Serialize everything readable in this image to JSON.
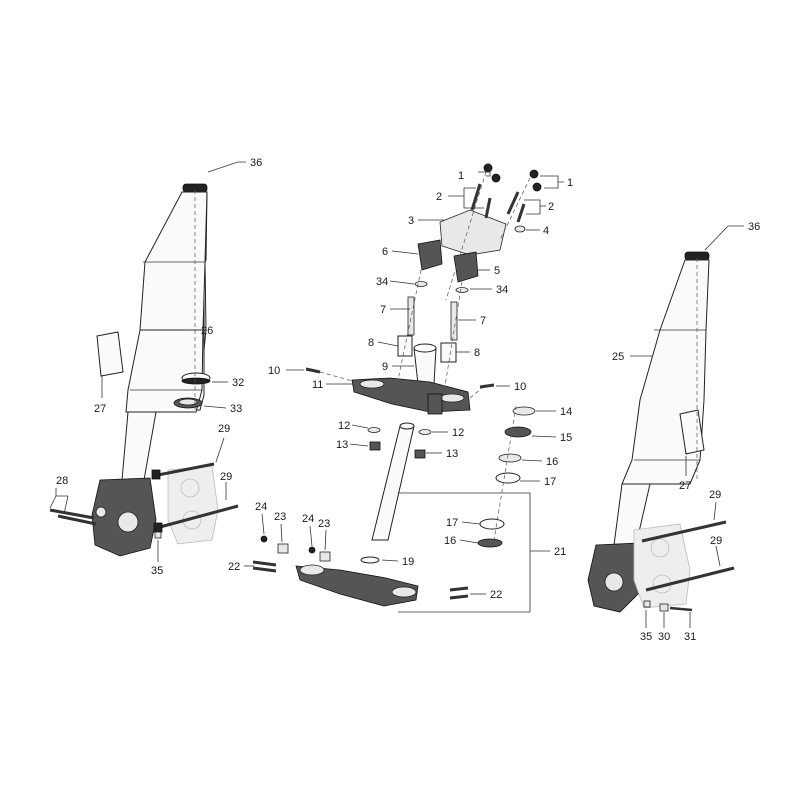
{
  "diagram": {
    "callouts": {
      "c1a": "1",
      "c1b": "1",
      "c2a": "2",
      "c2b": "2",
      "c3": "3",
      "c4": "4",
      "c5": "5",
      "c6": "6",
      "c7a": "7",
      "c7b": "7",
      "c8a": "8",
      "c8b": "8",
      "c9": "9",
      "c10a": "10",
      "c10b": "10",
      "c11": "11",
      "c12a": "12",
      "c12b": "12",
      "c13a": "13",
      "c13b": "13",
      "c14": "14",
      "c15": "15",
      "c16a": "16",
      "c16b": "16",
      "c17a": "17",
      "c17b": "17",
      "c19": "19",
      "c21": "21",
      "c22a": "22",
      "c22b": "22",
      "c23a": "23",
      "c23b": "23",
      "c24a": "24",
      "c24b": "24",
      "c25": "25",
      "c26": "26",
      "c27a": "27",
      "c27b": "27",
      "c28": "28",
      "c29a": "29",
      "c29b": "29",
      "c29c": "29",
      "c29d": "29",
      "c30": "30",
      "c31": "31",
      "c32": "32",
      "c33": "33",
      "c34a": "34",
      "c34b": "34",
      "c35a": "35",
      "c35b": "35",
      "c36a": "36",
      "c36b": "36"
    }
  }
}
